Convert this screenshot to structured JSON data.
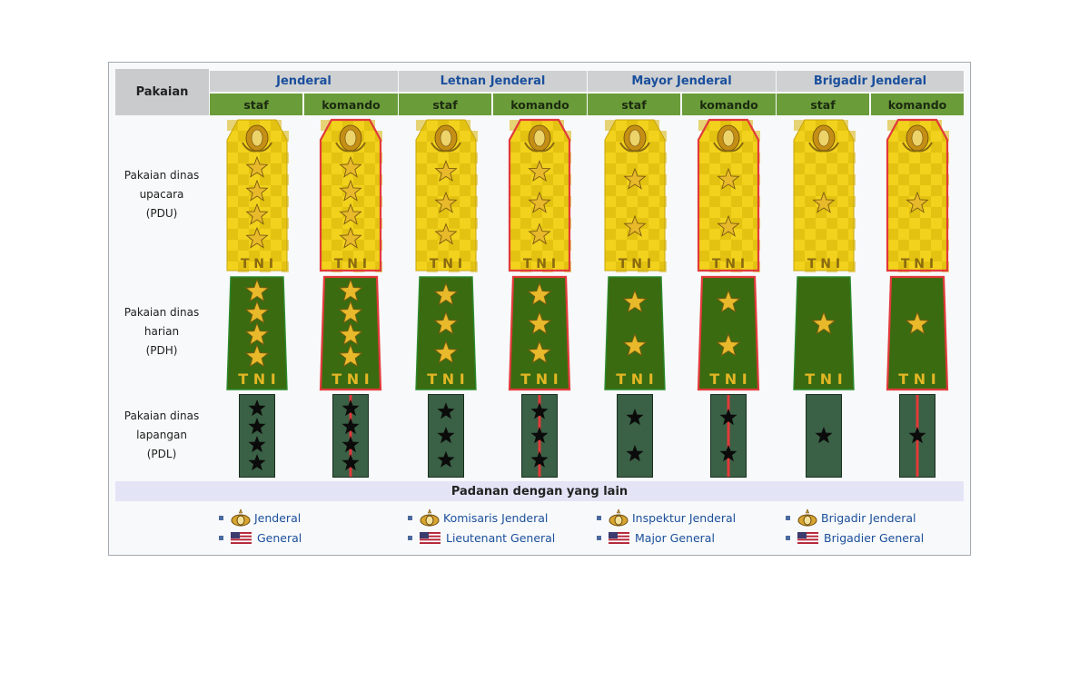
{
  "table": {
    "corner_header": "Pakaian",
    "ranks": [
      "Jenderal",
      "Letnan Jenderal",
      "Mayor Jenderal",
      "Brigadir Jenderal"
    ],
    "sub_headers": [
      "staf",
      "komando",
      "staf",
      "komando",
      "staf",
      "komando",
      "staf",
      "komando"
    ],
    "insignia_text": "TNI",
    "rows": [
      {
        "line1": "Pakaian dinas",
        "line2": "upacara",
        "line3": "(PDU)"
      },
      {
        "line1": "Pakaian dinas",
        "line2": "harian",
        "line3": "(PDH)"
      },
      {
        "line1": "Pakaian dinas",
        "line2": "lapangan",
        "line3": "(PDL)"
      }
    ],
    "stars_per_column": [
      4,
      4,
      3,
      3,
      2,
      2,
      1,
      1
    ],
    "komando_border_color": "#e23a3a"
  },
  "equivalents": {
    "heading": "Padanan dengan yang lain",
    "police": [
      "Jenderal",
      "Komisaris Jenderal",
      "Inspektur Jenderal",
      "Brigadir Jenderal"
    ],
    "us": [
      "General",
      "Lieutenant General",
      "Major General",
      "Brigadier General"
    ],
    "police_icon": "police-rank-emblem-icon",
    "us_icon": "us-flag-icon"
  },
  "colors": {
    "pdu_gold": "#f2d21c",
    "pdh_green": "#3a6b10",
    "pdl_green": "#3a6045",
    "link_blue": "#1a4f9c",
    "header_green": "#6a9c3a"
  }
}
